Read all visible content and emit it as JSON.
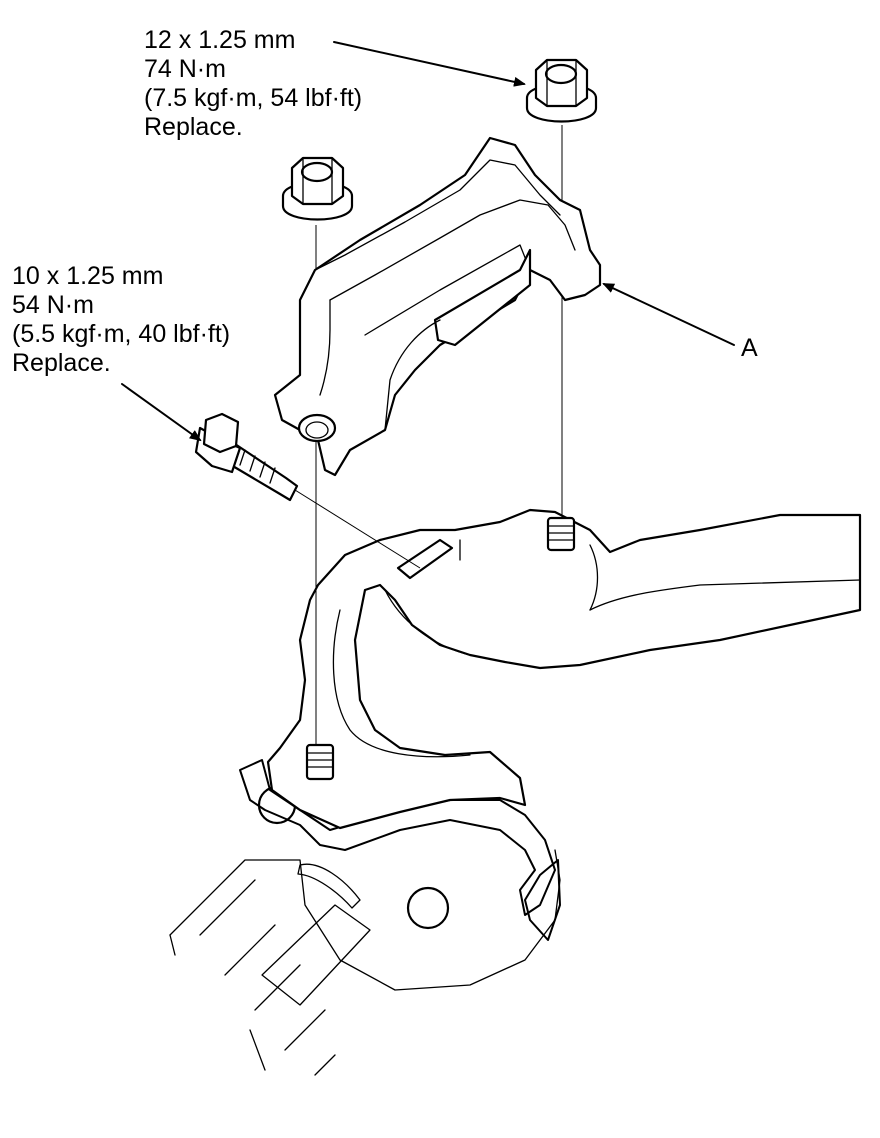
{
  "callouts": {
    "top_nut": {
      "size": "12 x 1.25 mm",
      "torque_nm": "74 N·m",
      "torque_alt": "(7.5 kgf·m, 54 lbf·ft)",
      "note": "Replace."
    },
    "side_bolt": {
      "size": "10 x 1.25 mm",
      "torque_nm": "54 N·m",
      "torque_alt": "(5.5 kgf·m, 40 lbf·ft)",
      "note": "Replace."
    },
    "part_label": "A"
  }
}
